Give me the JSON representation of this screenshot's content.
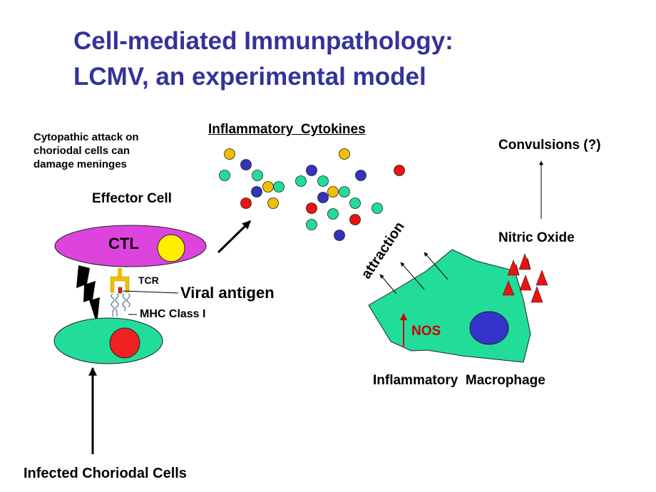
{
  "title": {
    "line1": "Cell-mediated Immunpathology:",
    "line2": "LCMV, an experimental model"
  },
  "labels": {
    "cytopathic_line1": "Cytopathic attack on",
    "cytopathic_line2": "choriodal cells can",
    "cytopathic_line3": "damage meninges",
    "effector_cell": "Effector Cell",
    "ctl": "CTL",
    "tcr": "TCR",
    "viral_antigen": "Viral antigen",
    "mhc_class_i": "MHC Class I",
    "infected_cells": "Infected Choriodal Cells",
    "inflammatory_cytokines": "Inflammatory  Cytokines",
    "attraction": "attraction",
    "nos": "NOS",
    "inflammatory_macrophage": "Inflammatory  Macrophage",
    "nitric_oxide": "Nitric Oxide",
    "convulsions": "Convulsions (?)"
  },
  "colors": {
    "title": "#333399",
    "ctl_cell": "#dd44dd",
    "ctl_nucleus": "#ffee00",
    "infected_cell": "#22dd99",
    "infected_nucleus": "#ee2222",
    "macrophage": "#22dd99",
    "macrophage_nucleus": "#3333cc",
    "nos_text": "#cc0000",
    "nitric_oxide_triangles": "#ee1111",
    "cytokine_yellow": "#f0c000",
    "cytokine_blue": "#3333bb",
    "cytokine_teal": "#22dd99",
    "cytokine_red": "#ee1111"
  }
}
